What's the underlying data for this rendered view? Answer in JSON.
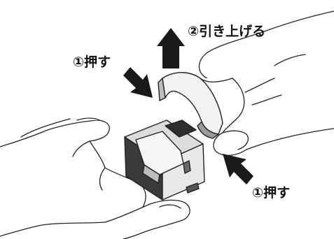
{
  "labels": {
    "push_top": "①押す",
    "lift": "②引き上げる",
    "push_bottom": "①押す"
  },
  "colors": {
    "line": "#222222",
    "arrow": "#1a1a1a",
    "device_dark": "#3a3a3a",
    "device_mid": "#8a8a8a",
    "device_light": "#e6e6e6",
    "paper": "#ffffff"
  },
  "icons": {
    "push_arrow_top": "push-arrow-icon",
    "lift_arrow": "lift-arrow-icon",
    "push_arrow_bottom": "push-arrow-icon"
  }
}
